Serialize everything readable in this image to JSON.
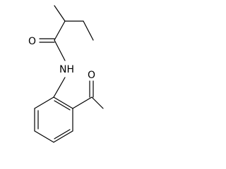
{
  "structure": {
    "atoms": {
      "amide_oxygen": "O",
      "amide_nitrogen": "NH",
      "ketone_oxygen": "O"
    },
    "colors": {
      "bond": "#000000",
      "background": "#ffffff"
    }
  }
}
